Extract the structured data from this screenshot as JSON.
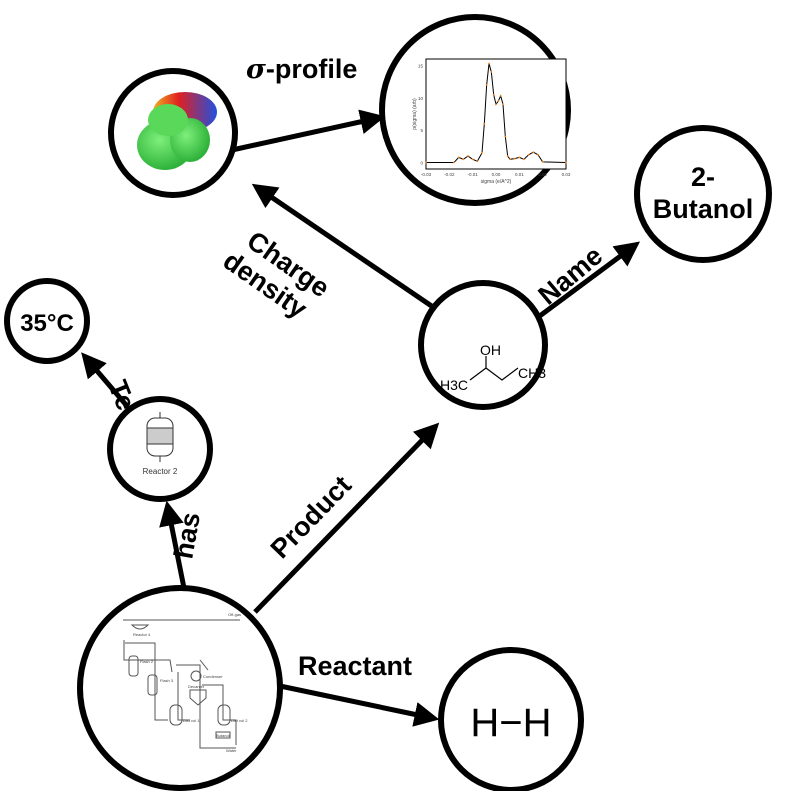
{
  "nodes": {
    "molecule_esp": {
      "kind": "3D charge density surface"
    },
    "sigma_profile": {
      "ylabel": "p(sigma) (arb)",
      "xlabel": "sigma (e/A^2)",
      "xticks": [
        "-0.03",
        "-0.02",
        "-0.01",
        "0.00",
        "0.01",
        "0.02",
        "0.03"
      ],
      "yticks": [
        "0",
        "5",
        "10",
        "15"
      ]
    },
    "name_value": "2-\nButanol",
    "name_line1": "2-",
    "name_line2": "Butanol",
    "temperature": "35°C",
    "reactor": {
      "label": "Reactor 2"
    },
    "structure": {
      "oh": "OH",
      "left": "H3C",
      "right": "CH3"
    },
    "flowsheet": {
      "labels": [
        "Reactor 4",
        "Off-gas",
        "Flash 2",
        "Flash 3",
        "Condenser",
        "Decanter",
        "Dist col 1",
        "Dist col 2",
        "Butanol",
        "Water"
      ]
    },
    "hydrogen": "H−H"
  },
  "edges": {
    "sigma": "σ",
    "sigma_profile": "-profile",
    "charge": "Charge",
    "density": "density",
    "name": "Name",
    "temp": "Temp.",
    "has": "has",
    "product": "Product",
    "reactant": "Reactant"
  },
  "colors": {
    "line": "#000000",
    "marker": "#ff7f0e",
    "esp_red": "#e02020",
    "esp_green": "#3dd04a",
    "esp_blue": "#2060e0"
  }
}
